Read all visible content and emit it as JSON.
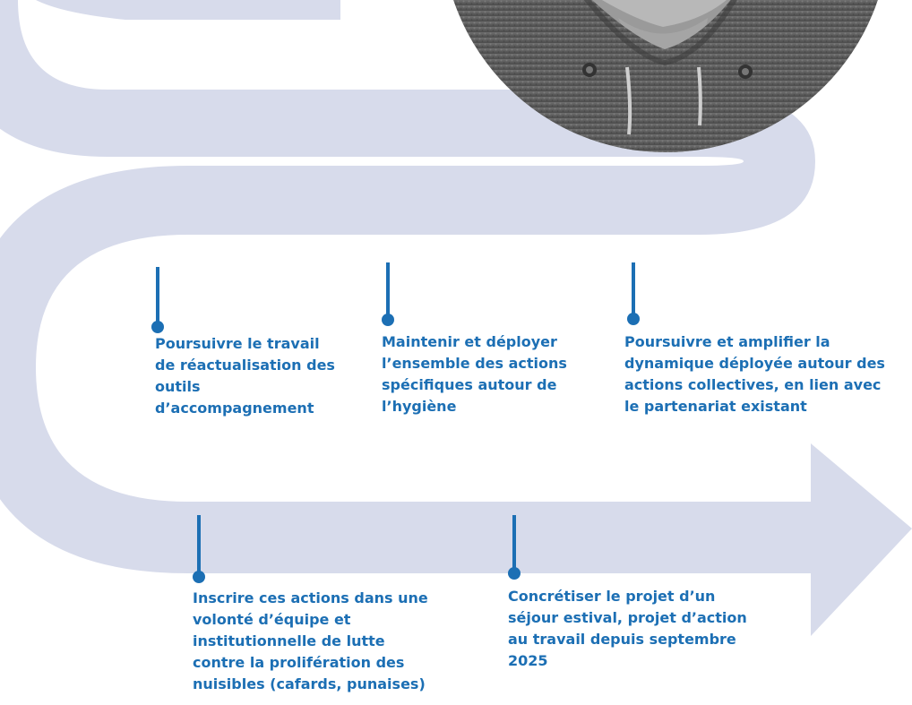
{
  "colors": {
    "path": "#d7dbeb",
    "accent": "#1c6fb4",
    "text": "#1c6fb4"
  },
  "portrait": {
    "image_name": "person-in-grey-hooded-sweater"
  },
  "milestones": [
    {
      "text": "Poursuivre le travail\nde réactualisation des\noutils\nd’accompagnement"
    },
    {
      "text": "Maintenir et déployer\nl’ensemble des actions\nspécifiques autour de\nl’hygiène"
    },
    {
      "text": "Poursuivre et amplifier la\ndynamique déployée autour des\nactions collectives, en lien avec\nle partenariat existant"
    },
    {
      "text": "Inscrire ces actions dans une\nvolonté d’équipe et\ninstitutionnelle de lutte\ncontre la prolifération des\nnuisibles (cafards, punaises)"
    },
    {
      "text": "Concrétiser le projet d’un\nséjour estival, projet d’action\nau travail depuis septembre\n2025"
    }
  ]
}
